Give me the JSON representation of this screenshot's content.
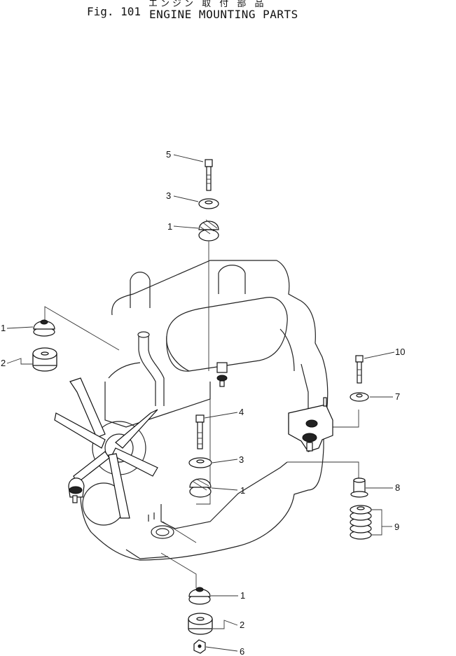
{
  "header": {
    "jp_title": "エンジン 取 付 部 品",
    "fig_number": "Fig. 101",
    "title": "ENGINE MOUNTING PARTS"
  },
  "callouts": {
    "c5_top": "5",
    "c3_top": "3",
    "c1_top": "1",
    "c1_left": "1",
    "c2_left": "2",
    "c10": "10",
    "c7": "7",
    "c4": "4",
    "c3_mid": "3",
    "c1_mid": "1",
    "c8": "8",
    "c9": "9",
    "c1_bottom": "1",
    "c2_bottom": "2",
    "c6": "6"
  }
}
